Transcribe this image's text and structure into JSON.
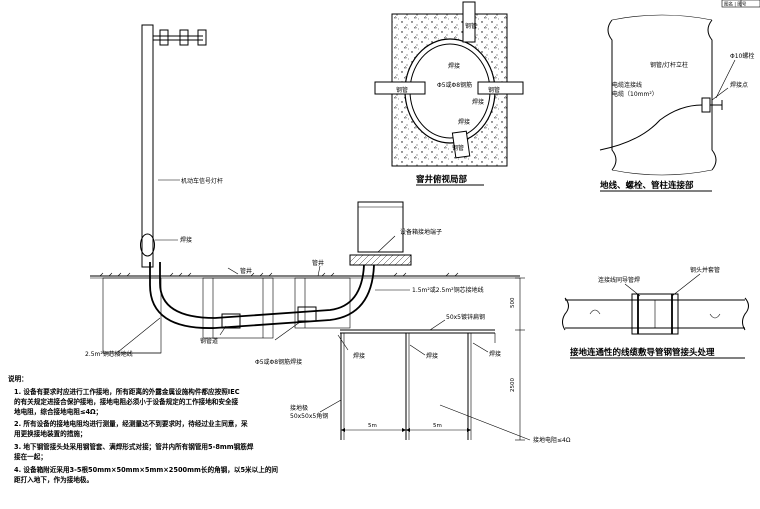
{
  "corner_box": "图名  |  图号",
  "main": {
    "pole_label": "机动车信号灯杆",
    "weld_label": "焊接",
    "well_left": "管井",
    "well_right": "管井",
    "terminal_label": "设备箱接地端子",
    "cable_upper": "1.5m²或2.5m²铜芯接地线",
    "cable_lower": "2.5m²铜芯接地线",
    "steel_pipe_label": "钢管道",
    "pipe_weld_label": "Φ5或Φ8钢筋焊接",
    "flat_steel_label": "50x5镀锌扁钢",
    "weld_a": "焊接",
    "weld_b": "焊接",
    "weld_c": "焊接",
    "ground_pole_label": "接地极\n50x50x5角钢",
    "dim_5m_a": "5m",
    "dim_5m_b": "5m",
    "dim_500": "500",
    "dim_2500": "2500",
    "resistance_label": "接地电阻≤4Ω"
  },
  "detail_manhole": {
    "title": "窨井俯视局部",
    "pipe_top": "钢管",
    "pipe_left": "钢管",
    "pipe_right": "钢管",
    "pipe_bottom": "钢管",
    "weld_1": "焊接",
    "weld_2": "焊接",
    "weld_3": "焊接",
    "rebar": "Φ5或Φ8钢筋"
  },
  "detail_bolt": {
    "title": "地线、螺栓、管柱连接部",
    "pole_label": "钢管/灯杆立柱",
    "wire_label": "电缆连接线\n电缆（10mm²）",
    "bolt_label": "Φ10螺栓",
    "weld_point": "焊接点"
  },
  "detail_joint": {
    "title": "接地连通性的线缆敷导管钢管接头处理",
    "label_left": "连接线同导管焊",
    "label_right": "钢头并套管"
  },
  "notes": {
    "heading": "说明：",
    "items": [
      "1. 设备有要求时应进行工作接地，所有距离的外露金属设施构件都应按照IEC",
      "    的有关规定进接合保护接地，接地电阻必须小于设备规定的工作接地和安全接",
      "    地电阻，综合接地电阻≤4Ω；",
      "2. 所有设备的接地电阻均进行测量，经测量达不到要求时，待经过业主同意，采",
      "    用更换接地装置的措施；",
      "3. 地下钢管接头处采用钢管套、满焊形式对接；管井内所有钢管用5-8mm钢筋焊",
      "    接在一起；",
      "4. 设备箱附近采用3-5根50mm×50mm×5mm×2500mm长的角钢，以5米以上的间",
      "    距打入地下，作为接地极。"
    ]
  }
}
